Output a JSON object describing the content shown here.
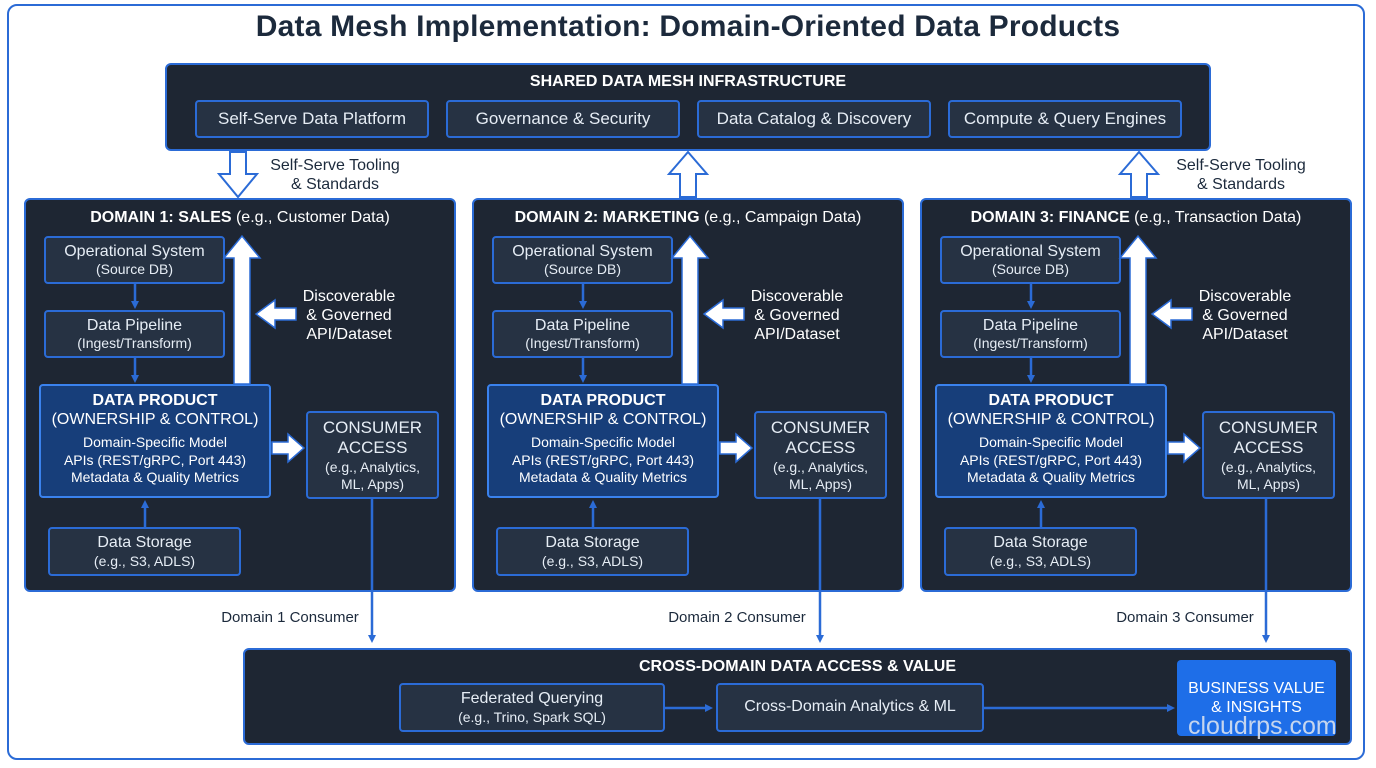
{
  "title": "Data Mesh Implementation: Domain-Oriented Data Products",
  "infrastructure": {
    "title": "SHARED DATA MESH INFRASTRUCTURE",
    "items": [
      "Self-Serve Data Platform",
      "Governance & Security",
      "Data Catalog & Discovery",
      "Compute & Query Engines"
    ]
  },
  "tooling_label": {
    "line1": "Self-Serve Tooling",
    "line2": "& Standards"
  },
  "domains": [
    {
      "title_bold": "DOMAIN 1: SALES",
      "title_rest": " (e.g., Customer Data)",
      "operational": {
        "line1": "Operational System",
        "line2": "(Source DB)"
      },
      "pipeline": {
        "line1": "Data Pipeline",
        "line2": "(Ingest/Transform)"
      },
      "product": {
        "line1": "DATA PRODUCT",
        "line2": "(OWNERSHIP & CONTROL)",
        "line3": "Domain-Specific Model",
        "line4": "APIs (REST/gRPC, Port 443)",
        "line5": "Metadata & Quality Metrics"
      },
      "storage": {
        "line1": "Data Storage",
        "line2": "(e.g., S3, ADLS)"
      },
      "consumer": {
        "line1": "CONSUMER",
        "line2": "ACCESS",
        "line3": "(e.g., Analytics,",
        "line4": "ML, Apps)"
      },
      "discoverable": {
        "line1": "Discoverable",
        "line2": "& Governed",
        "line3": "API/Dataset"
      },
      "consumer_label": "Domain 1 Consumer"
    },
    {
      "title_bold": "DOMAIN 2: MARKETING",
      "title_rest": " (e.g., Campaign Data)",
      "operational": {
        "line1": "Operational System",
        "line2": "(Source DB)"
      },
      "pipeline": {
        "line1": "Data Pipeline",
        "line2": "(Ingest/Transform)"
      },
      "product": {
        "line1": "DATA PRODUCT",
        "line2": "(OWNERSHIP & CONTROL)",
        "line3": "Domain-Specific Model",
        "line4": "APIs (REST/gRPC, Port 443)",
        "line5": "Metadata & Quality Metrics"
      },
      "storage": {
        "line1": "Data Storage",
        "line2": "(e.g., S3, ADLS)"
      },
      "consumer": {
        "line1": "CONSUMER",
        "line2": "ACCESS",
        "line3": "(e.g., Analytics,",
        "line4": "ML, Apps)"
      },
      "discoverable": {
        "line1": "Discoverable",
        "line2": "& Governed",
        "line3": "API/Dataset"
      },
      "consumer_label": "Domain 2 Consumer"
    },
    {
      "title_bold": "DOMAIN 3: FINANCE",
      "title_rest": " (e.g., Transaction Data)",
      "operational": {
        "line1": "Operational System",
        "line2": "(Source DB)"
      },
      "pipeline": {
        "line1": "Data Pipeline",
        "line2": "(Ingest/Transform)"
      },
      "product": {
        "line1": "DATA PRODUCT",
        "line2": "(OWNERSHIP & CONTROL)",
        "line3": "Domain-Specific Model",
        "line4": "APIs (REST/gRPC, Port 443)",
        "line5": "Metadata & Quality Metrics"
      },
      "storage": {
        "line1": "Data Storage",
        "line2": "(e.g., S3, ADLS)"
      },
      "consumer": {
        "line1": "CONSUMER",
        "line2": "ACCESS",
        "line3": "(e.g., Analytics,",
        "line4": "ML, Apps)"
      },
      "discoverable": {
        "line1": "Discoverable",
        "line2": "& Governed",
        "line3": "API/Dataset"
      },
      "consumer_label": "Domain 3 Consumer"
    }
  ],
  "cross_domain": {
    "title": "CROSS-DOMAIN DATA ACCESS & VALUE",
    "federated": {
      "line1": "Federated Querying",
      "line2": "(e.g., Trino, Spark SQL)"
    },
    "analytics": "Cross-Domain Analytics & ML",
    "business": {
      "line1": "BUSINESS VALUE",
      "line2": "& INSIGHTS"
    }
  },
  "watermark": "cloudrps.com",
  "colors": {
    "accent": "#2b6bd6",
    "panel": "#1e2633",
    "product": "#173e7a",
    "business": "#1e6ee8",
    "title": "#1c2a3c"
  }
}
